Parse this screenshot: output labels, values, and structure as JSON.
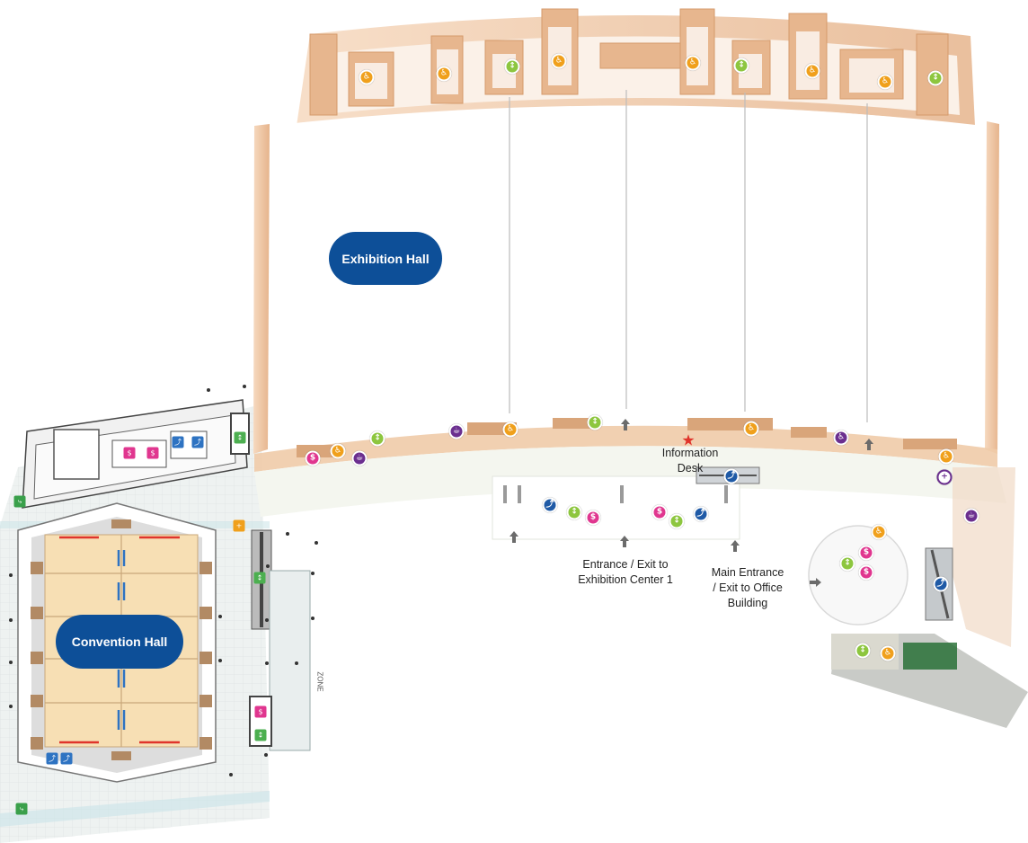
{
  "halls": {
    "exhibition": "Exhibition Hall",
    "convention": "Convention Hall"
  },
  "labels": {
    "info_desk": "Information\nDesk",
    "entrance_1": "Entrance / Exit to\nExhibition Center 1",
    "main_entrance": "Main Entrance\n/ Exit to Office\nBuilding",
    "vertical_text": "ZONE"
  },
  "colors": {
    "hall_blue": "#0d4f98",
    "wall_peach": "#f2cfb0",
    "wall_edge": "#e3a97b",
    "floor_white": "#ffffff",
    "corridor": "#f4f6ef",
    "convention_floor": "#f7dfb4",
    "convention_tile": "#e8ecee",
    "restroom": "#f0a01c",
    "elevator": "#8dc63f",
    "escalator": "#1f5aa6",
    "atm": "#e0368f",
    "cafe": "#6b2f8f",
    "star": "#e0342b"
  },
  "icons": {
    "restroom": "restroom-icon",
    "elevator": "elevator-icon",
    "escalator": "escalator-icon",
    "atm": "atm-icon",
    "cafe": "cafe-icon",
    "first_aid": "first-aid-icon",
    "fire_exit": "fire-exit-icon",
    "wheelchair": "wheelchair-icon",
    "entrance_arrow": "entrance-arrow-icon",
    "info_star": "information-star-icon"
  }
}
